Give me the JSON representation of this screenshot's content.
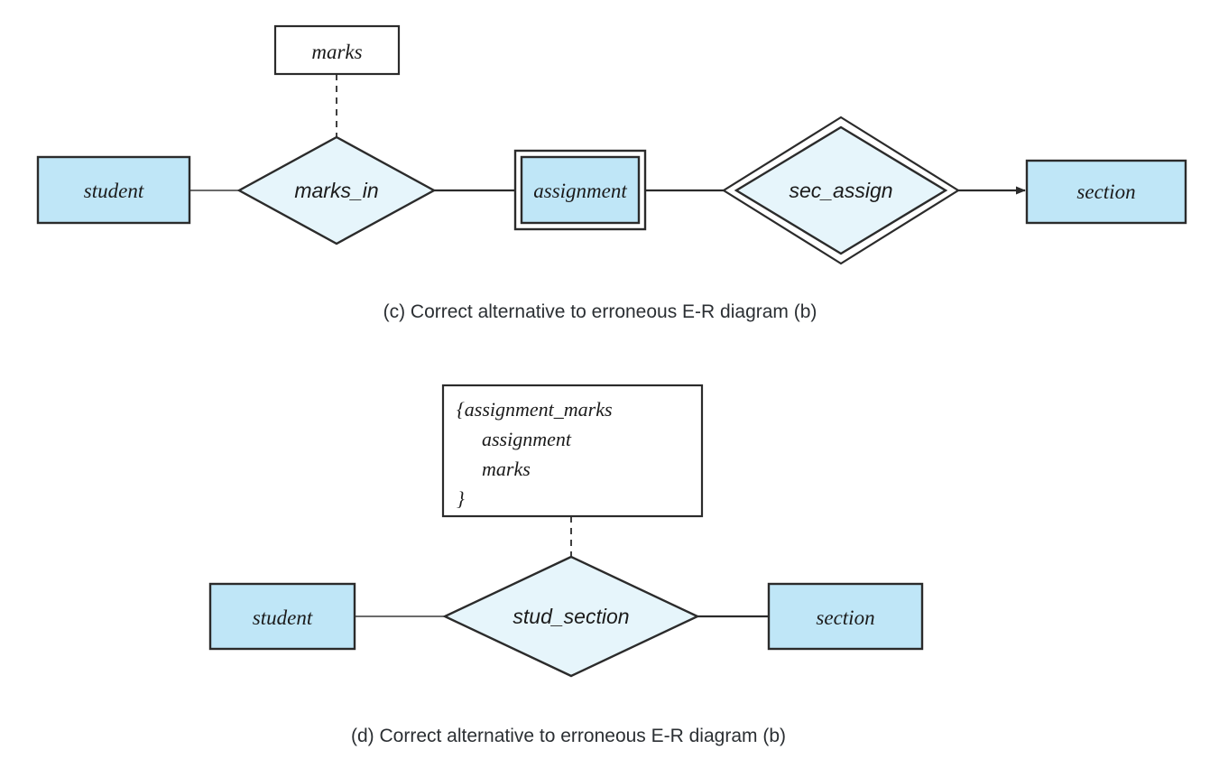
{
  "figure": {
    "background": "#ffffff",
    "colors": {
      "entity_fill": "#bfe6f7",
      "diamond_fill": "#e6f5fb",
      "attribute_fill": "#ffffff",
      "stroke": "#2b2b2b",
      "caption": "#2b2f33"
    }
  },
  "diagram_c": {
    "caption": "(c) Correct alternative to erroneous E-R diagram (b)",
    "entities": [
      {
        "id": "student",
        "label": "student",
        "kind": "strong-entity"
      },
      {
        "id": "assignment",
        "label": "assignment",
        "kind": "weak-entity"
      },
      {
        "id": "section",
        "label": "section",
        "kind": "strong-entity"
      }
    ],
    "relationships": [
      {
        "id": "marks_in",
        "label": "marks_in",
        "kind": "relationship"
      },
      {
        "id": "sec_assign",
        "label": "sec_assign",
        "kind": "identifying-relationship"
      }
    ],
    "attributes": [
      {
        "id": "marks",
        "label": "marks",
        "kind": "attribute",
        "attached_to": "marks_in"
      }
    ],
    "edges": [
      {
        "from": "student",
        "to": "marks_in",
        "style": "solid",
        "arrow": false
      },
      {
        "from": "marks_in",
        "to": "assignment",
        "style": "solid",
        "arrow": false
      },
      {
        "from": "assignment",
        "to": "sec_assign",
        "style": "solid",
        "arrow": false
      },
      {
        "from": "sec_assign",
        "to": "section",
        "style": "solid",
        "arrow": true
      },
      {
        "from": "marks",
        "to": "marks_in",
        "style": "dashed",
        "arrow": false
      }
    ]
  },
  "diagram_d": {
    "caption": "(d) Correct alternative to erroneous E-R diagram (b)",
    "entities": [
      {
        "id": "student",
        "label": "student",
        "kind": "strong-entity"
      },
      {
        "id": "section",
        "label": "section",
        "kind": "strong-entity"
      }
    ],
    "relationships": [
      {
        "id": "stud_section",
        "label": "stud_section",
        "kind": "relationship"
      }
    ],
    "composite_attribute": {
      "id": "assignment_marks",
      "kind": "multivalued-composite-attribute",
      "lines": [
        "{assignment_marks",
        "assignment",
        "marks",
        "}"
      ],
      "attached_to": "stud_section"
    },
    "edges": [
      {
        "from": "student",
        "to": "stud_section",
        "style": "solid",
        "arrow": false
      },
      {
        "from": "stud_section",
        "to": "section",
        "style": "solid",
        "arrow": false
      },
      {
        "from": "assignment_marks",
        "to": "stud_section",
        "style": "dashed",
        "arrow": false
      }
    ]
  }
}
